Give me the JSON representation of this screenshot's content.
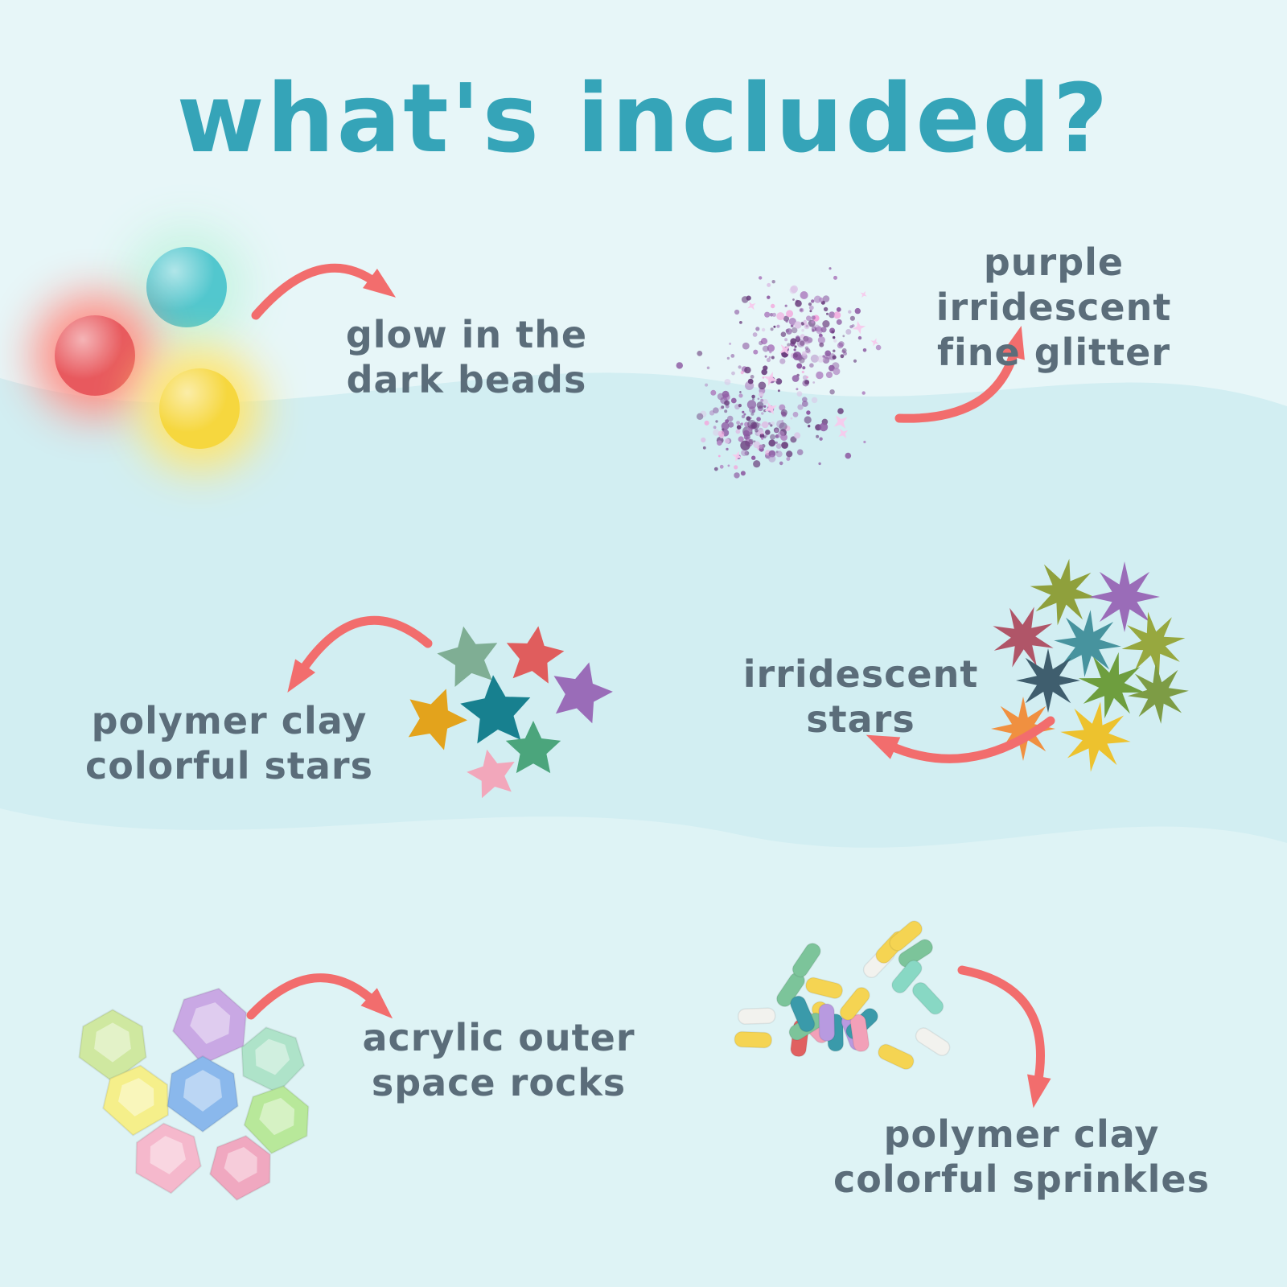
{
  "title": "what's included?",
  "colors": {
    "background_top": "#e7f6f8",
    "band_middle": "#d2eef2",
    "band_bottom": "#def3f5",
    "title": "#35a4b8",
    "label": "#5b6d7a",
    "arrow": "#f26d6d"
  },
  "items": [
    {
      "id": "glow-beads",
      "label": "glow in the\ndark beads"
    },
    {
      "id": "purple-glitter",
      "label": "purple irridescent\nfine glitter"
    },
    {
      "id": "polymer-clay-stars",
      "label": "polymer clay\ncolorful stars"
    },
    {
      "id": "irridescent-stars",
      "label": "irridescent\nstars"
    },
    {
      "id": "space-rocks",
      "label": "acrylic outer\nspace rocks"
    },
    {
      "id": "sprinkles",
      "label": "polymer clay\ncolorful sprinkles"
    }
  ],
  "illustrations": {
    "glow_beads": {
      "colors": [
        "#52c7ce",
        "#e8595e",
        "#f6d73e"
      ],
      "glow_colors": [
        "#c9f4e3",
        "#ff8f85",
        "#ffe56e"
      ]
    },
    "purple_glitter": {
      "colors": [
        "#6b3f7e",
        "#8e5ca3",
        "#b289c4",
        "#dcc3e6",
        "#f2a8dd"
      ],
      "sparkle_color": "#f7c9ec"
    },
    "polymer_clay_stars": {
      "colors": [
        "#7fae94",
        "#e05d5d",
        "#9a6cb8",
        "#17808f",
        "#e3a31c",
        "#4ba57c",
        "#f2a7bb"
      ]
    },
    "irridescent_stars": {
      "colors": [
        "#8fa03c",
        "#9a6cb8",
        "#b05568",
        "#47939e",
        "#97a83f",
        "#3f5e6e",
        "#6e9e3e",
        "#f09040",
        "#edc22e",
        "#7d9c45"
      ]
    },
    "space_rocks": {
      "colors": [
        "#cfe8a0",
        "#c9a8e4",
        "#aee3c9",
        "#f5ef8a",
        "#8ab8ec",
        "#b8e89a",
        "#f5b8cc",
        "#f0a8c0"
      ]
    },
    "sprinkles": {
      "colors": [
        "#f5d452",
        "#f2a0b8",
        "#3a9aaa",
        "#7cc49a",
        "#f2f2ee",
        "#e06060",
        "#b89ae0",
        "#88d8c4"
      ]
    }
  }
}
